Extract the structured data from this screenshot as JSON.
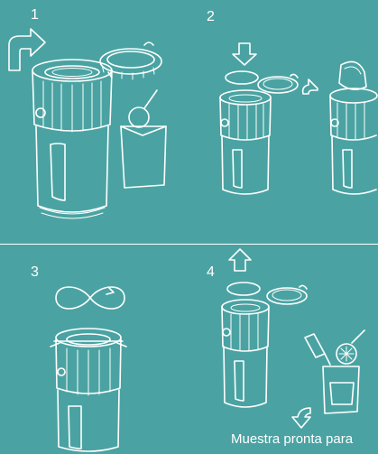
{
  "steps": [
    {
      "number": "1"
    },
    {
      "number": "2"
    },
    {
      "number": "3"
    },
    {
      "number": "4"
    }
  ],
  "caption": "Muestra pronta para",
  "colors": {
    "background": "#4aa3a2",
    "line": "#ffffff"
  },
  "icons": [
    "curved-arrow-icon",
    "down-arrow-icon",
    "up-arrow-icon",
    "infinity-rotate-icon"
  ]
}
